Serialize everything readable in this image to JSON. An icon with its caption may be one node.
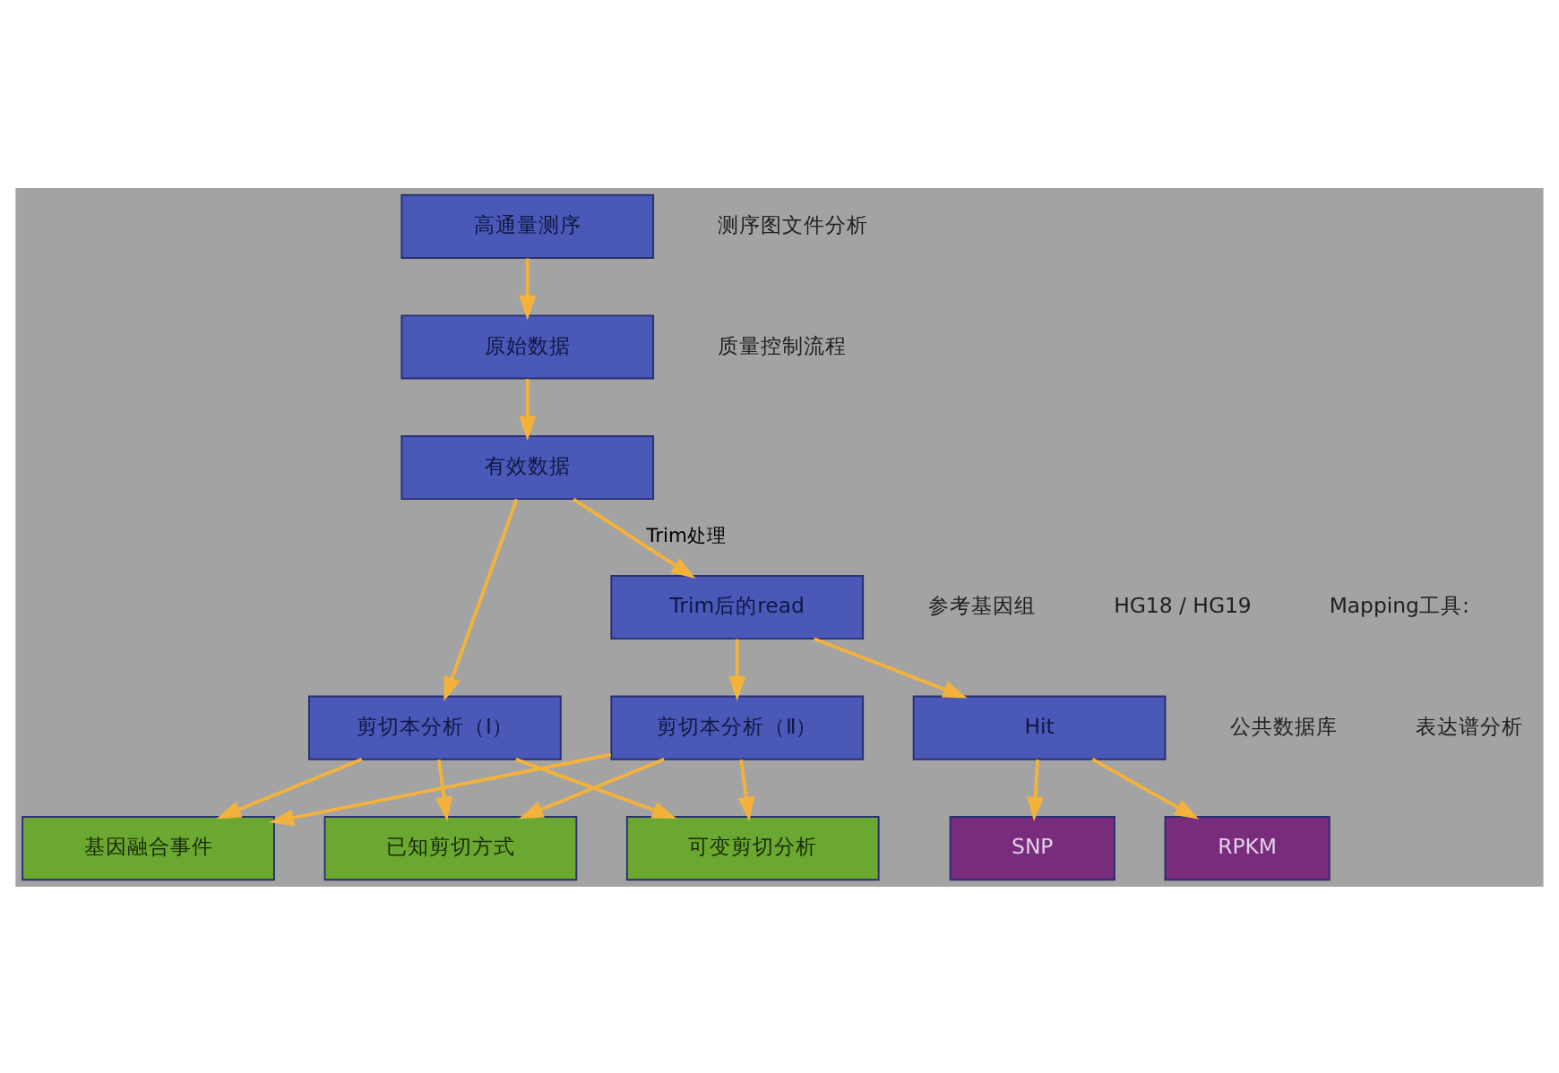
{
  "diagram": {
    "nodes": [
      {
        "text": [
          "高通量测序"
        ]
      },
      {
        "text": [
          "原始数据"
        ]
      },
      {
        "text": [
          "有效数据"
        ]
      },
      {
        "text": [
          "Trim后的read"
        ]
      },
      {
        "text": [
          "剪切本分析（Ⅰ）"
        ]
      },
      {
        "text": [
          "剪切本分析（Ⅱ）"
        ]
      },
      {
        "text": [
          "Hit"
        ]
      },
      {
        "text": [
          "已知剪切方式"
        ]
      },
      {
        "text": [
          "可变剪切分析"
        ]
      },
      {
        "text": [
          "基因融合事件"
        ]
      },
      {
        "text": [
          "RPKM"
        ]
      },
      {
        "text": [
          "SNP"
        ]
      }
    ],
    "edges": [
      {
        "from": 0,
        "to": 1,
        "arrow": "to"
      },
      {
        "from": 1,
        "to": 2,
        "arrow": "to"
      },
      {
        "from": 2,
        "to": 4,
        "arrow": "to"
      },
      {
        "from": 2,
        "to": 3,
        "arrow": "to",
        "label": "Trim处理"
      },
      {
        "from": 3,
        "to": 5,
        "arrow": "to"
      },
      {
        "from": 3,
        "to": 6,
        "arrow": "to"
      },
      {
        "from": 4,
        "to": 7,
        "arrow": "to"
      },
      {
        "from": 4,
        "to": 8,
        "arrow": "to"
      },
      {
        "from": 4,
        "to": 9,
        "arrow": "to"
      },
      {
        "from": 5,
        "to": 7,
        "arrow": "to"
      },
      {
        "from": 5,
        "to": 8,
        "arrow": "to"
      },
      {
        "from": 5,
        "to": 9,
        "arrow": "to"
      },
      {
        "from": 6,
        "to": 10,
        "arrow": "to"
      },
      {
        "from": 6,
        "to": 11,
        "arrow": "to"
      }
    ],
    "labels": [
      "测序图文件分析",
      "质量控制流程",
      "参考基因组",
      "HG18 / HG19",
      "Mapping工具:",
      "公共数据库",
      "表达谱分析"
    ]
  }
}
